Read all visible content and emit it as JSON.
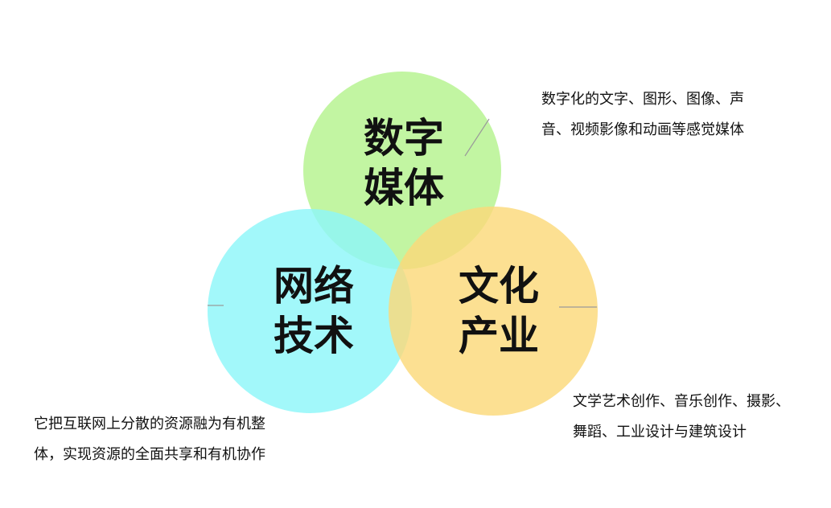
{
  "circles": {
    "digital_media": {
      "line1": "数字",
      "line2": "媒体",
      "color": "#b5f38e"
    },
    "network_tech": {
      "line1": "网络",
      "line2": "技术",
      "color": "#8ef6f9"
    },
    "cultural_industry": {
      "line1": "文化",
      "line2": "产业",
      "color": "#fbd97a"
    }
  },
  "descriptions": {
    "digital_media": {
      "line1": "数字化的文字、图形、图像、声",
      "line2": "音、视频影像和动画等感觉媒体"
    },
    "network_tech": {
      "line1": "它把互联网上分散的资源融为有机整",
      "line2": "体，实现资源的全面共享和有机协作"
    },
    "cultural_industry": {
      "line1": "文学艺术创作、音乐创作、摄影、",
      "line2": "舞蹈、工业设计与建筑设计"
    }
  }
}
